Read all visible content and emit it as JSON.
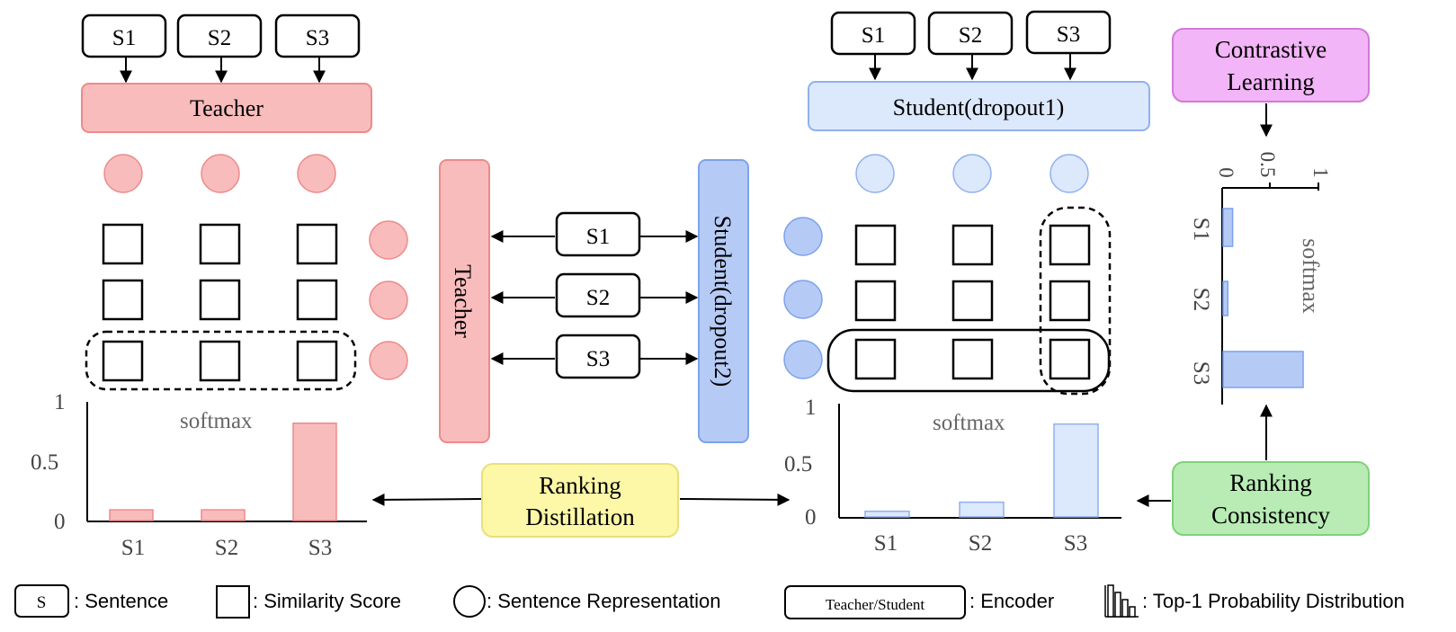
{
  "sentences": [
    "S1",
    "S2",
    "S3"
  ],
  "teacher": {
    "encoder_label": "Teacher",
    "side_encoder_label": "Teacher",
    "chart_label": "softmax",
    "color_fill": "#f9bcbc",
    "color_stroke": "#ee8a8a"
  },
  "student": {
    "encoder_label": "Student(dropout1)",
    "side_encoder_label": "Student(dropout2)",
    "chart_label": "softmax",
    "color_fill": "#dce8fb",
    "color_stroke": "#8fb1ee",
    "color_fill_strong": "#b5cbf6"
  },
  "contrastive": {
    "line1": "Contrastive",
    "line2": "Learning",
    "color_fill": "#f2b5f7",
    "color_stroke": "#d07ad8"
  },
  "ranking_distillation": {
    "line1": "Ranking",
    "line2": "Distillation",
    "color_fill": "#fdf8a8",
    "color_stroke": "#e9e07a"
  },
  "ranking_consistency": {
    "line1": "Ranking",
    "line2": "Consistency",
    "color_fill": "#b8ecb4",
    "color_stroke": "#7fd17a"
  },
  "legend": {
    "sentence_symbol": "S",
    "sentence_text": ": Sentence",
    "similarity_text": ": Similarity Score",
    "representation_text": ": Sentence Representation",
    "encoder_symbol": "Teacher/Student",
    "encoder_text": ": Encoder",
    "distribution_text": ": Top-1 Probability Distribution"
  },
  "chart_data": [
    {
      "type": "bar",
      "categories": [
        "S1",
        "S2",
        "S3"
      ],
      "values": [
        0.09,
        0.09,
        0.82
      ],
      "ylim": [
        0,
        1
      ],
      "yticks": [
        "0",
        "0.5",
        "1"
      ],
      "grid": false,
      "color": "#f9bcbc"
    },
    {
      "type": "bar",
      "categories": [
        "S1",
        "S2",
        "S3"
      ],
      "values": [
        0.05,
        0.13,
        0.82
      ],
      "ylim": [
        0,
        1
      ],
      "yticks": [
        "0",
        "0.5",
        "1"
      ],
      "grid": false,
      "color": "#dce8fb"
    },
    {
      "type": "bar",
      "orientation": "horizontal",
      "categories": [
        "S1",
        "S2",
        "S3"
      ],
      "values": [
        0.1,
        0.05,
        0.84
      ],
      "ylim": [
        0,
        1
      ],
      "yticks": [
        "0",
        "0.5",
        "1"
      ],
      "grid": false,
      "color": "#b5cbf6"
    }
  ]
}
